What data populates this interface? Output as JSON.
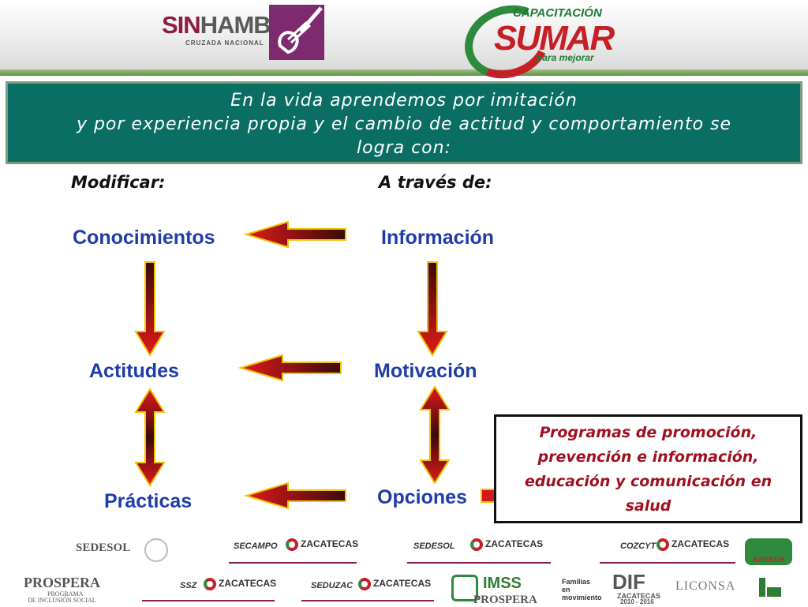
{
  "header_logos": {
    "sinhambre": {
      "main_a": "SIN",
      "main_b": "HAMBRE",
      "sub": "CRUZADA NACIONAL"
    },
    "sumar": {
      "top": "CAPACITACIÓN",
      "main": "SUMAR",
      "bottom": "para mejorar"
    }
  },
  "intro": {
    "line1": "En la vida aprendemos por imitación",
    "line2": "y  por experiencia propia y el cambio de actitud y comportamiento  se",
    "line3": "logra con:"
  },
  "columns": {
    "left": "Modificar:",
    "right": "A través de:"
  },
  "nodes": {
    "conocimientos": "Conocimientos",
    "actitudes": "Actitudes",
    "practicas": "Prácticas",
    "informacion": "Información",
    "motivacion": "Motivación",
    "opciones": "Opciones"
  },
  "note": {
    "line1": "Programas  de promoción,",
    "line2": "prevención e información,",
    "line3": "educación y comunicación en",
    "line4": "salud"
  },
  "footer": {
    "sedesol_federal": "SEDESOL",
    "secampo": "SECAMPO",
    "sedesol_estatal": "SEDESOL",
    "cozcyt": "COZCYT",
    "zacatecas": "ZACATECAS",
    "adissem": "ADISSEM",
    "prospera_a": "PROSPERA",
    "prospera_sub1": "PROGRAMA",
    "prospera_sub2": "DE INCLUSIÓN SOCIAL",
    "ssz": "SSZ",
    "seduzac": "SEDUZAC",
    "imss": "IMSS",
    "prospera_b": "PROSPERA",
    "familias": "Familias en movimiento",
    "dif": "DIF",
    "dif_sub": "ZACATECAS",
    "dif_years": "2010 - 2016",
    "liconsa": "LICONSA"
  },
  "colors": {
    "header_bg": "#0a6e64",
    "node_text": "#1f3ca8",
    "arrow_fill": "#cc1a1a",
    "arrow_outline": "#f2c200",
    "note_text": "#a01020"
  }
}
